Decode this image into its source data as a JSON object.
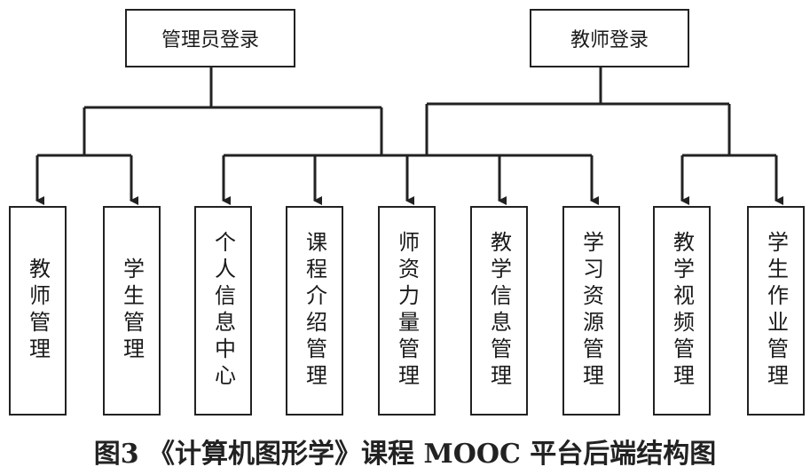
{
  "admin_login": "管理员登录",
  "teacher_login": "教师登录",
  "modules": [
    "教师管理",
    "学生管理",
    "个人信息中心",
    "课程介绍管理",
    "师资力量管理",
    "教学信息管理",
    "学习资源管理",
    "教学视频管理",
    "学生作业管理"
  ],
  "caption": "图3 《计算机图形学》课程 MOOC 平台后端结构图"
}
